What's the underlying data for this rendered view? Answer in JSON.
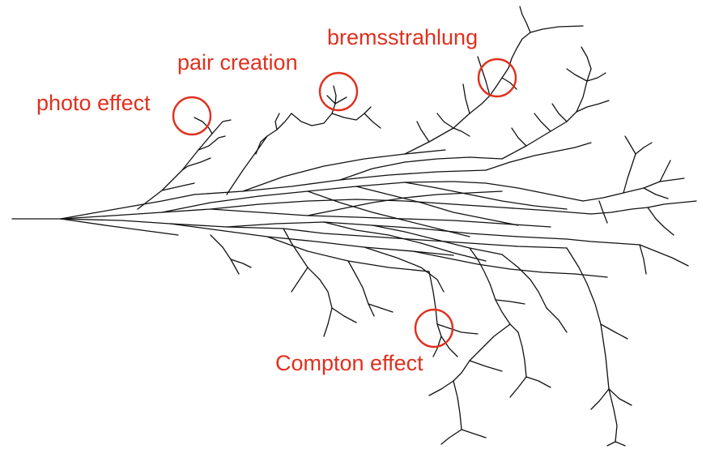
{
  "labels": {
    "photo_effect": "photo effect",
    "pair_creation": "pair creation",
    "bremsstrahlung": "bremsstrahlung",
    "compton_effect": "Compton effect"
  },
  "colors": {
    "annotation": "#e0301e",
    "tracks": "#111111",
    "background": "#ffffff"
  }
}
